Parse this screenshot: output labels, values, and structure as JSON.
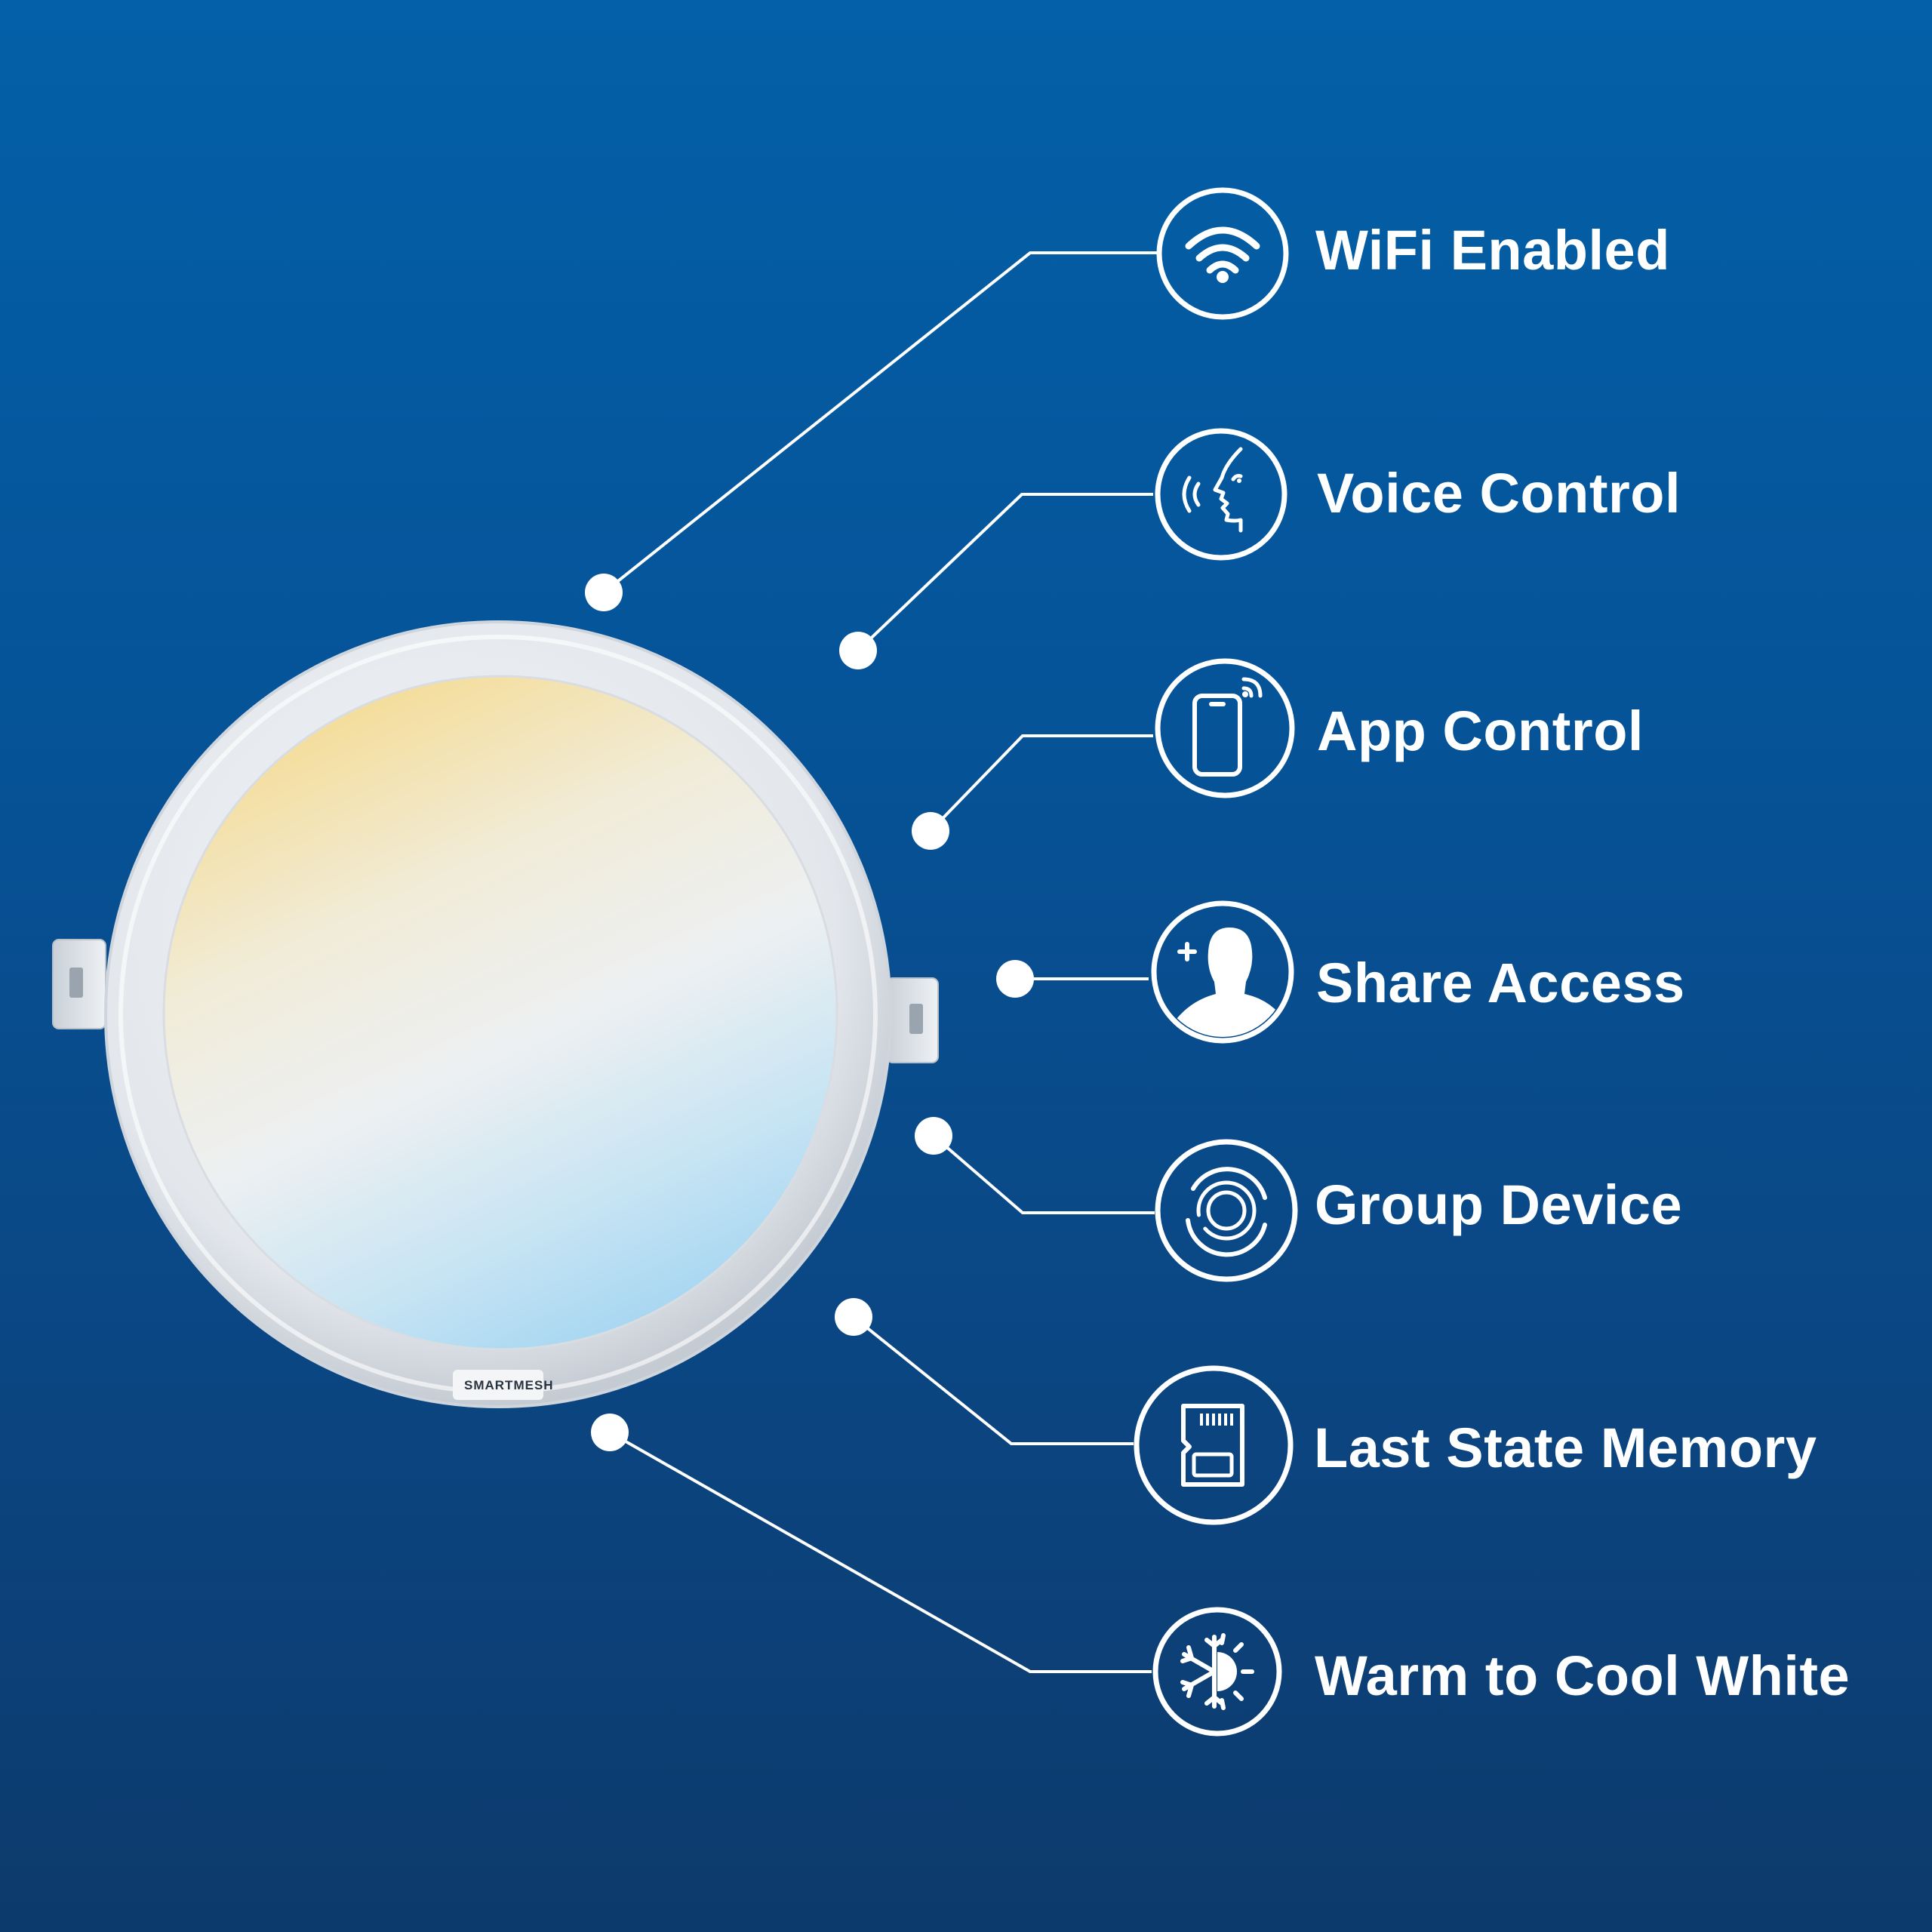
{
  "product": {
    "brand": "SMARTMESH",
    "frame_color": "#dfe3e8",
    "panel_warm_color": "#f5dea0",
    "panel_cool_color": "#a6d6f1"
  },
  "theme": {
    "background_top": "#0460a8",
    "background_bottom": "#0d3a6c",
    "foreground": "#ffffff"
  },
  "features": [
    {
      "id": "wifi",
      "icon": "wifi-icon",
      "label": "WiFi Enabled"
    },
    {
      "id": "voice",
      "icon": "voice-face-icon",
      "label": "Voice Control"
    },
    {
      "id": "app",
      "icon": "smartphone-icon",
      "label": "App Control"
    },
    {
      "id": "share",
      "icon": "user-add-icon",
      "label": "Share Access"
    },
    {
      "id": "group",
      "icon": "group-rings-icon",
      "label": "Group Device"
    },
    {
      "id": "memory",
      "icon": "memory-card-icon",
      "label": "Last State Memory"
    },
    {
      "id": "cct",
      "icon": "snowflake-sun-icon",
      "label": "Warm to Cool White"
    }
  ]
}
